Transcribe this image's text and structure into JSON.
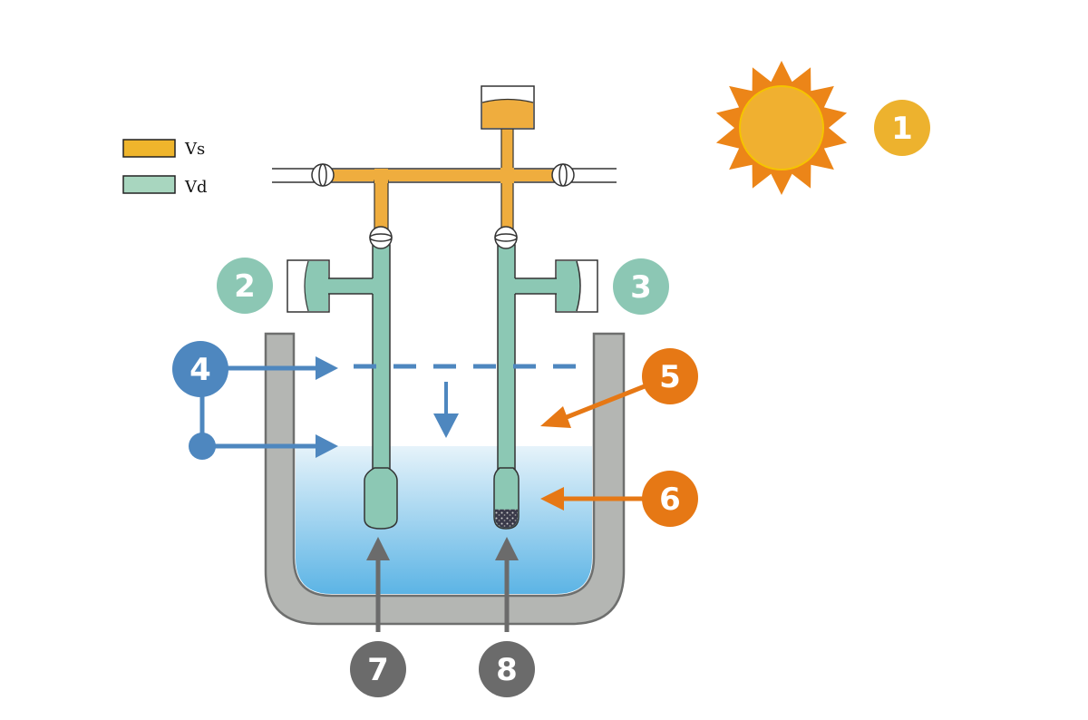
{
  "legend": {
    "items": [
      {
        "label": "Vs",
        "color": "#EFB52C"
      },
      {
        "label": "Vd",
        "color": "#A8D6BF"
      }
    ]
  },
  "colors": {
    "vs_fluid": "#EFAD3E",
    "vd_fluid": "#8CC8B4",
    "pot": "#B4B6B3",
    "pot_edge": "#6E6F6E",
    "water_top": "#E3F2FA",
    "water_bottom": "#5BB3E4",
    "blue_marker": "#4E87BF",
    "orange_marker": "#E67815",
    "teal_marker": "#8CC7B4",
    "gray_marker": "#6B6B6B",
    "yellow_marker": "#EDB22E",
    "sun_rays": "#EC8518",
    "sun_disc": "#F0B030"
  },
  "badges": [
    {
      "id": "1",
      "label": "1"
    },
    {
      "id": "2",
      "label": "2"
    },
    {
      "id": "3",
      "label": "3"
    },
    {
      "id": "4",
      "label": "4"
    },
    {
      "id": "5",
      "label": "5"
    },
    {
      "id": "6",
      "label": "6"
    },
    {
      "id": "7",
      "label": "7"
    },
    {
      "id": "8",
      "label": "8"
    }
  ]
}
